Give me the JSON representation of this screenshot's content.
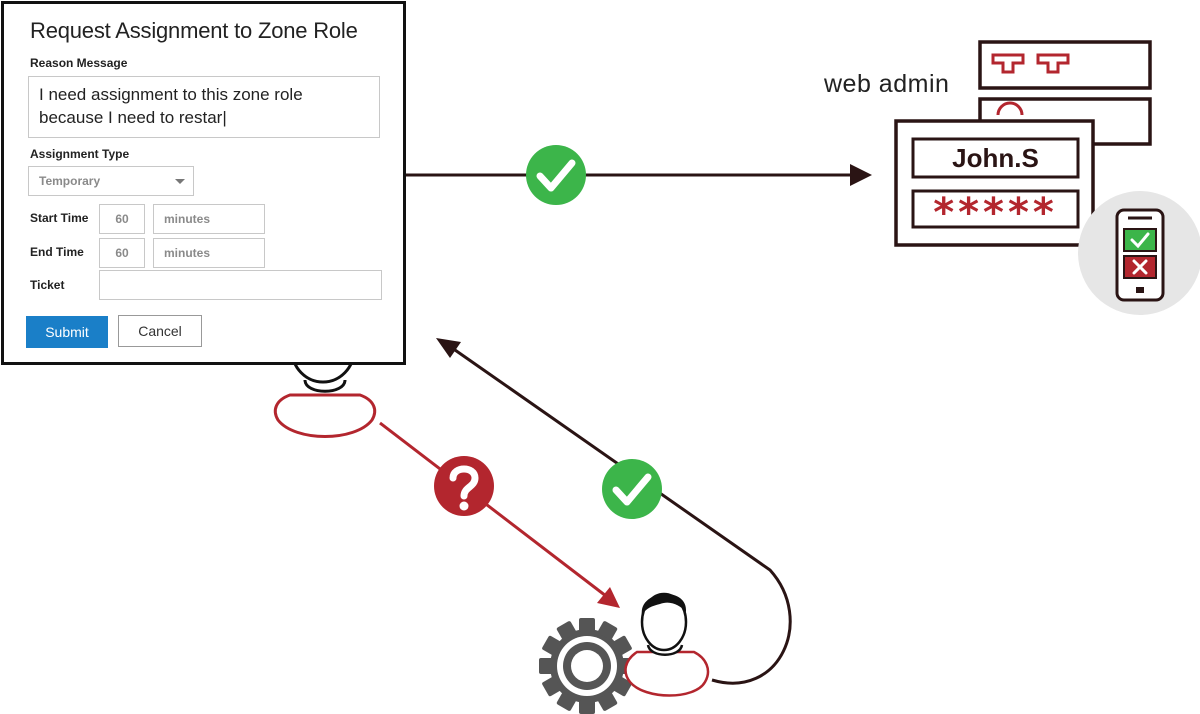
{
  "form": {
    "title": "Request Assignment to Zone Role",
    "reason_label": "Reason Message",
    "reason_value": "I need assignment to this zone role\nbecause I need to restar|",
    "type_label": "Assignment Type",
    "type_value": "Temporary",
    "start_label": "Start Time",
    "start_value": "60",
    "start_unit": "minutes",
    "end_label": "End Time",
    "end_value": "60",
    "end_unit": "minutes",
    "ticket_label": "Ticket",
    "ticket_value": "",
    "submit_label": "Submit",
    "cancel_label": "Cancel"
  },
  "login": {
    "title": "web admin",
    "username": "John.S",
    "password": "*****"
  },
  "colors": {
    "dark": "#2a1414",
    "red": "#b3262e",
    "green": "#3cb54a",
    "blue": "#1a7fc8",
    "gear": "#555555",
    "phone_bg": "#e6e6e6"
  },
  "icons": {
    "approved": "check-circle-icon",
    "pending": "question-circle-icon",
    "requester": "user-icon",
    "approver": "admin-user-icon",
    "settings": "gear-icon",
    "mfa_device": "mobile-phone-icon"
  }
}
